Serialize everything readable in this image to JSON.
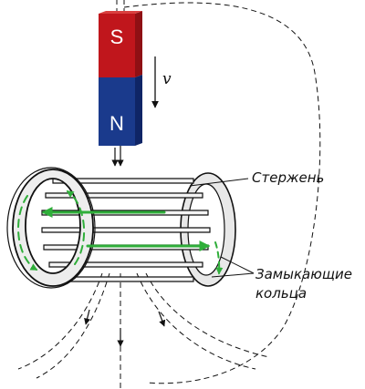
{
  "magnet": {
    "north_label": "N",
    "south_label": "S",
    "north_color": "#1a3a8c",
    "south_color": "#c0161c"
  },
  "velocity_label": "v",
  "labels": {
    "rod": "Стержень",
    "rings_line1": "Замыкающие",
    "rings_line2": "кольца"
  },
  "colors": {
    "current_arrow": "#2fae3a",
    "field_lines": "#111111"
  }
}
